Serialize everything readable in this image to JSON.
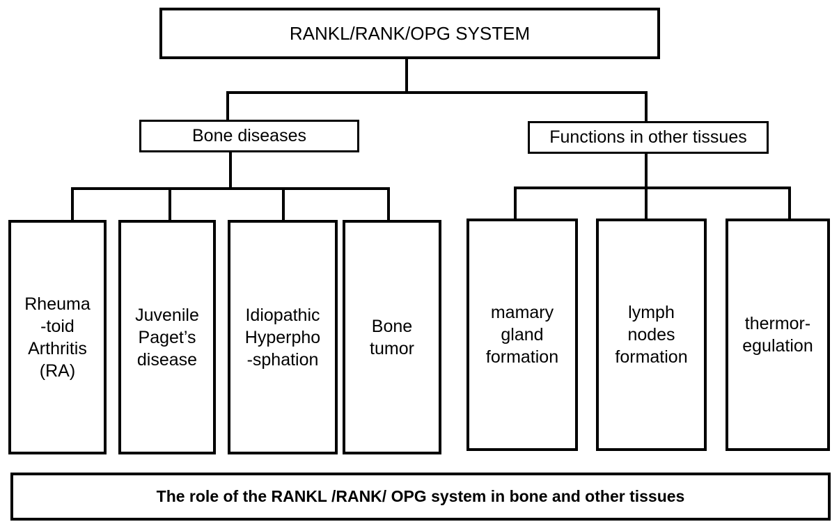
{
  "diagram": {
    "title": "RANKL/RANK/OPG SYSTEM",
    "caption": "The role of the RANKL /RANK/ OPG system in bone and other tissues",
    "root": {
      "label": "RANKL/RANK/OPG  SYSTEM"
    },
    "branches": [
      {
        "id": "bone-diseases",
        "label": "Bone  diseases",
        "children": [
          {
            "id": "rheumatoid-arthritis",
            "label": "Rheuma\n-toid\nArthritis\n(RA)"
          },
          {
            "id": "juvenile-pagets-disease",
            "label": "Juvenile\nPaget’s\ndisease"
          },
          {
            "id": "idiopathic-hyperphosphation",
            "label": "Idiopathic\nHyperpho\n-sphation"
          },
          {
            "id": "bone-tumor",
            "label": "Bone\ntumor"
          }
        ]
      },
      {
        "id": "functions-other-tissues",
        "label": "Functions in other tissues",
        "children": [
          {
            "id": "mamary-gland-formation",
            "label": "mamary\ngland\nformation"
          },
          {
            "id": "lymph-nodes-formation",
            "label": "lymph\nnodes\nformation"
          },
          {
            "id": "thermoregulation",
            "label": "thermor-\negulation"
          }
        ]
      }
    ],
    "colors": {
      "stroke": "#000000",
      "fill": "#ffffff",
      "text": "#000000"
    }
  }
}
